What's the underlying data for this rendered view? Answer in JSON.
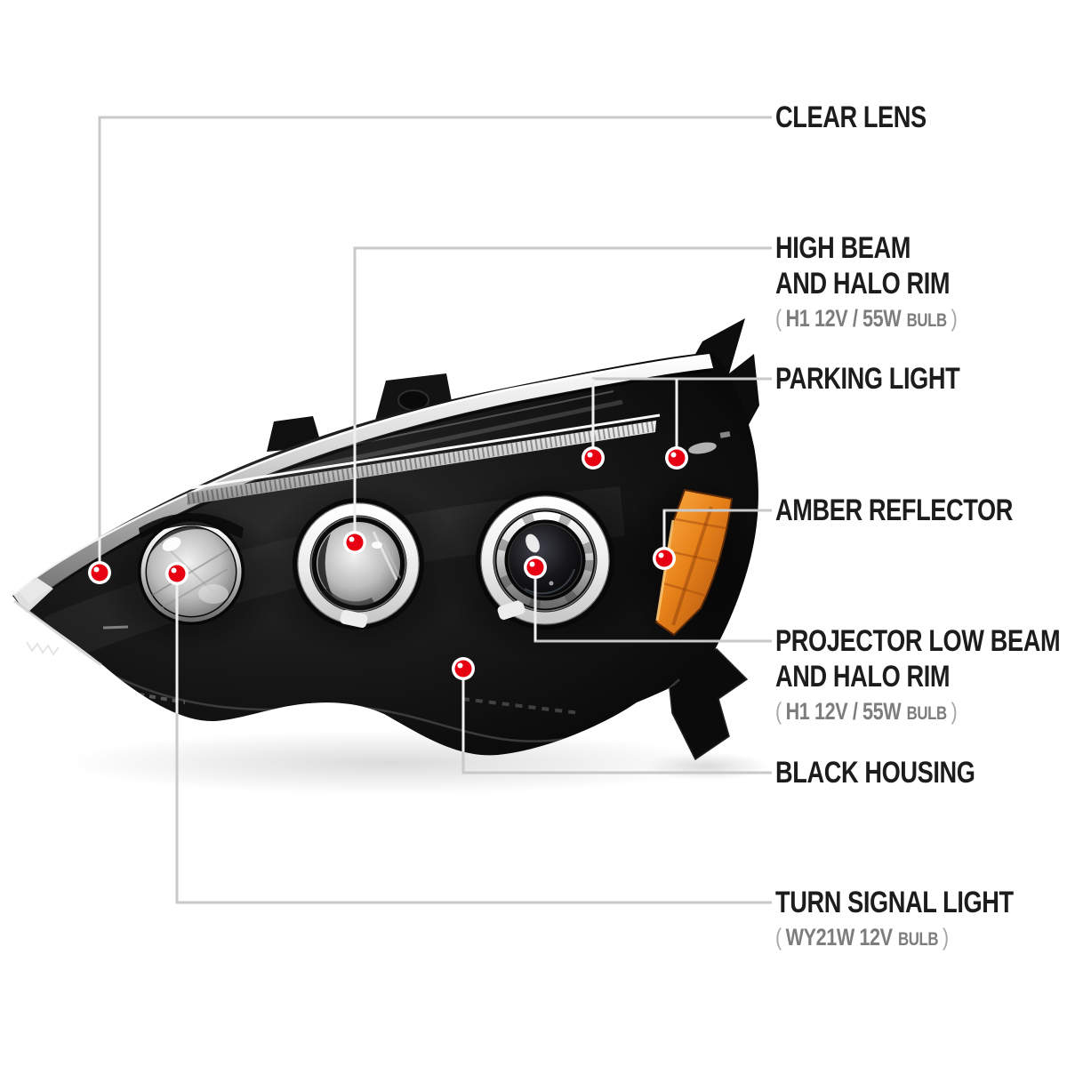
{
  "subject": "black-projector-headlight-annotated-diagram",
  "callouts": {
    "clear_lens": {
      "title": "CLEAR LENS"
    },
    "high_beam": {
      "line1": "HIGH BEAM",
      "line2": "AND HALO RIM",
      "bulb": {
        "open": "(",
        "spec": "H1 12V / 55W",
        "unit": "BULB",
        "close": ")"
      }
    },
    "parking_light": {
      "title": "PARKING LIGHT"
    },
    "amber_reflector": {
      "title": "AMBER REFLECTOR"
    },
    "projector_low_beam": {
      "line1": "PROJECTOR LOW BEAM",
      "line2": "AND HALO RIM",
      "bulb": {
        "open": "(",
        "spec": "H1 12V / 55W",
        "unit": "BULB",
        "close": ")"
      }
    },
    "black_housing": {
      "title": "BLACK HOUSING"
    },
    "turn_signal": {
      "title": "TURN SIGNAL LIGHT",
      "bulb": {
        "open": "(",
        "spec": "WY21W 12V",
        "unit": "BULB",
        "close": ")"
      }
    }
  },
  "markers": {
    "icon": "red-dot-marker",
    "dot_color": "#e60012",
    "ring_color": "#ffffff",
    "count": 8
  },
  "leader_line_color": "#c9c9c9",
  "label_color": "#1c1c1c",
  "spec_color": "#7d7d7d",
  "amber_color": "#e8821a",
  "housing_color": "#111111"
}
